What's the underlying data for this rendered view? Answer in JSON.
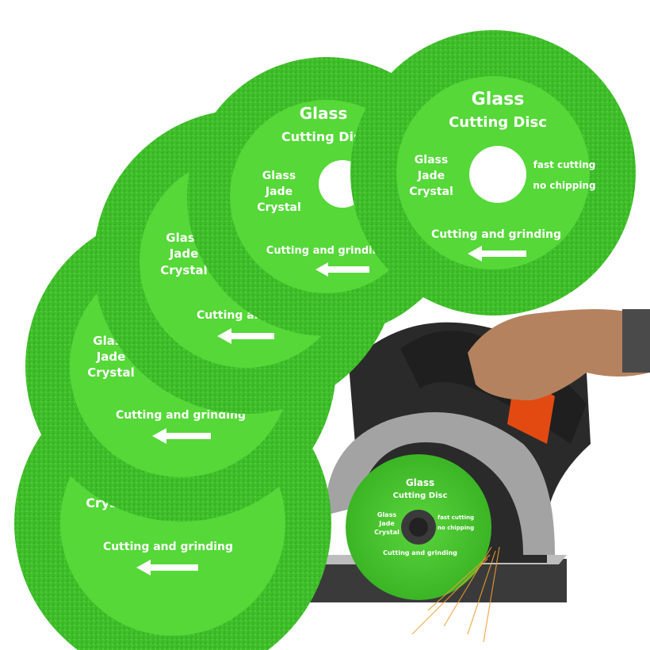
{
  "product": {
    "title_line1": "Glass",
    "title_line2": "Cutting Disc",
    "materials": [
      "Glass",
      "Jade",
      "Crystal"
    ],
    "features": [
      "fast cutting",
      "no chipping"
    ],
    "usage": "Cutting and grinding",
    "arrow_icon": "arrow-left-icon"
  },
  "colors": {
    "disc_outer": "#3fc22a",
    "disc_inner": "#55d838",
    "hole": "#ffffff",
    "saw_body": "#2a2a2a",
    "saw_guard": "#9a9a9a"
  }
}
